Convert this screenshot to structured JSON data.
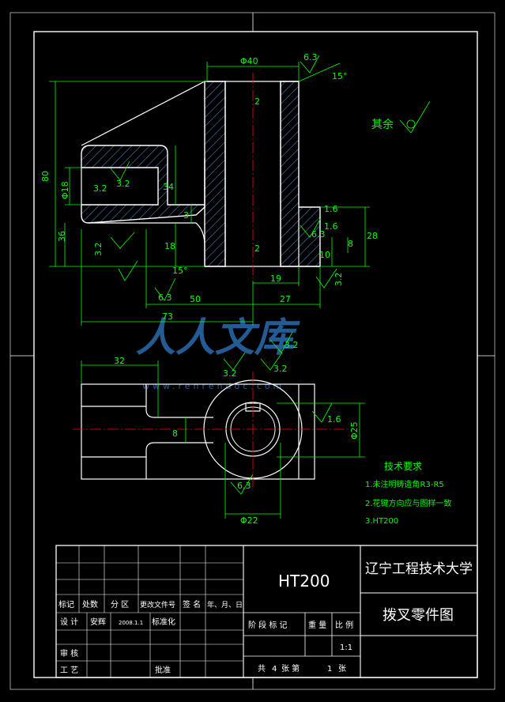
{
  "dimensions": {
    "d40": "Φ40",
    "ang15_top": "15°",
    "r6_3_top": "6.3",
    "d80": "80",
    "d18": "Φ18",
    "r3_2_a": "3.2",
    "r3_2_b": "3.2",
    "d34": "34",
    "d3": "3",
    "d36": "36",
    "d18b": "18",
    "r3_2_c": "3.2",
    "ang15_bot": "15°",
    "r6_3_bot": "6.3",
    "d50": "50",
    "d73": "73",
    "d19": "19",
    "d27": "27",
    "r3_2_d": "3.2",
    "c2_top": "2",
    "c2_bot": "2",
    "r1_6_a": "1.6",
    "r1_6_b": "1.6",
    "r6_3_c": "6.3",
    "d10": "10",
    "d8": "8",
    "d28": "28",
    "d32": "32",
    "r3_2_e": "3.2",
    "r3_2_f": "3.2",
    "r1_6_c": "1.6",
    "d25": "Φ25",
    "d8b": "8",
    "r6_3_d": "6.3",
    "d22": "Φ22",
    "r3_2_g": "3.2"
  },
  "surface_note": {
    "label": "其余"
  },
  "tech_req": {
    "title": "技术要求",
    "items": [
      "1.未注明铸造角R3-R5",
      "2.花键方向应与图样一致",
      "3.HT200"
    ]
  },
  "title_block": {
    "material": "HT200",
    "school": "辽宁工程技术大学",
    "part_name": "拨叉零件图",
    "rev_headers": [
      "标记",
      "处数",
      "分 区",
      "更改文件号",
      "签 名",
      "年、月、日"
    ],
    "design_label": "设 计",
    "designer": "安辉",
    "date": "2008.1.1",
    "standard_label": "标准化",
    "review_label": "审 核",
    "process_label": "工 艺",
    "approve_label": "批准",
    "stage_label": "阶 段 标 记",
    "weight_label": "重 量",
    "scale_label": "比 例",
    "scale": "1:1",
    "sheets_total_prefix": "共",
    "sheets_total": "4",
    "sheets_mid": "张   第",
    "sheet_no": "1",
    "sheets_suffix": "张"
  },
  "watermark": {
    "text": "人人文库",
    "url": "www.renrendoc.com"
  },
  "colors": {
    "border": "#ffffff",
    "outline": "#ffffff",
    "dimension": "#00ff00",
    "centerline": "#ff0000",
    "hatch": "#4a7fc0",
    "watermark": "#2a6db0"
  }
}
